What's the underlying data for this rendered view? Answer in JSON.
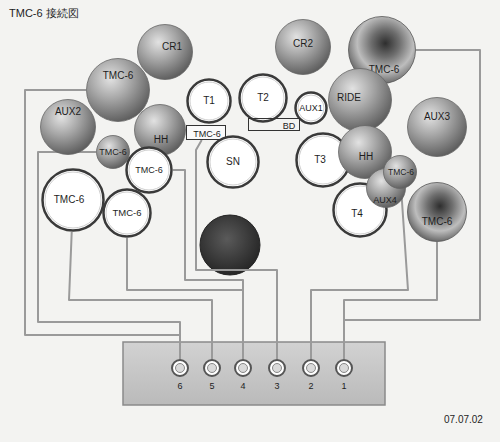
{
  "diagram": {
    "title": "TMC-6 接続図",
    "nodes": [
      {
        "text": [
          "CR1"
        ]
      },
      {
        "text": [
          "CR2"
        ]
      },
      {
        "text": [
          "TMC-6"
        ]
      },
      {
        "text": [
          "TMC-6"
        ]
      },
      {
        "text": [
          "T1"
        ]
      },
      {
        "text": [
          "T2"
        ]
      },
      {
        "text": [
          "AUX1"
        ]
      },
      {
        "text": [
          "RIDE"
        ]
      },
      {
        "text": [
          "AUX2"
        ]
      },
      {
        "text": [
          "AUX3"
        ]
      },
      {
        "text": [
          "HH"
        ]
      },
      {
        "text": [
          "TMC-6"
        ]
      },
      {
        "text": [
          "BD"
        ]
      },
      {
        "text": [
          "TMC-6"
        ]
      },
      {
        "text": [
          "SN"
        ]
      },
      {
        "text": [
          "T3"
        ]
      },
      {
        "text": [
          "HH"
        ]
      },
      {
        "text": [
          "TMC-6"
        ]
      },
      {
        "text": [
          "TMC-6"
        ]
      },
      {
        "text": [
          "T4"
        ]
      },
      {
        "text": [
          "AUX4"
        ]
      },
      {
        "text": [
          "TMC-6"
        ]
      },
      {
        "text": [
          "TMC-6"
        ]
      },
      {
        "text": [
          "TMC-6"
        ]
      },
      {
        "text": [
          "6"
        ]
      },
      {
        "text": [
          "5"
        ]
      },
      {
        "text": [
          "4"
        ]
      },
      {
        "text": [
          "3"
        ]
      },
      {
        "text": [
          "2"
        ]
      },
      {
        "text": [
          "1"
        ]
      }
    ],
    "edges": [
      {
        "from": 3,
        "to": 24,
        "arrow": "none"
      },
      {
        "from": 13,
        "to": 24,
        "arrow": "none"
      },
      {
        "from": 18,
        "to": 25,
        "arrow": "none"
      },
      {
        "from": 17,
        "to": 26,
        "arrow": "none"
      },
      {
        "from": 23,
        "to": 26,
        "arrow": "none"
      },
      {
        "from": 11,
        "to": 27,
        "arrow": "none"
      },
      {
        "from": 21,
        "to": 28,
        "arrow": "none"
      },
      {
        "from": 2,
        "to": 29,
        "arrow": "none"
      },
      {
        "from": 22,
        "to": 29,
        "arrow": "none"
      }
    ],
    "labels": [
      "07.07.02"
    ]
  }
}
